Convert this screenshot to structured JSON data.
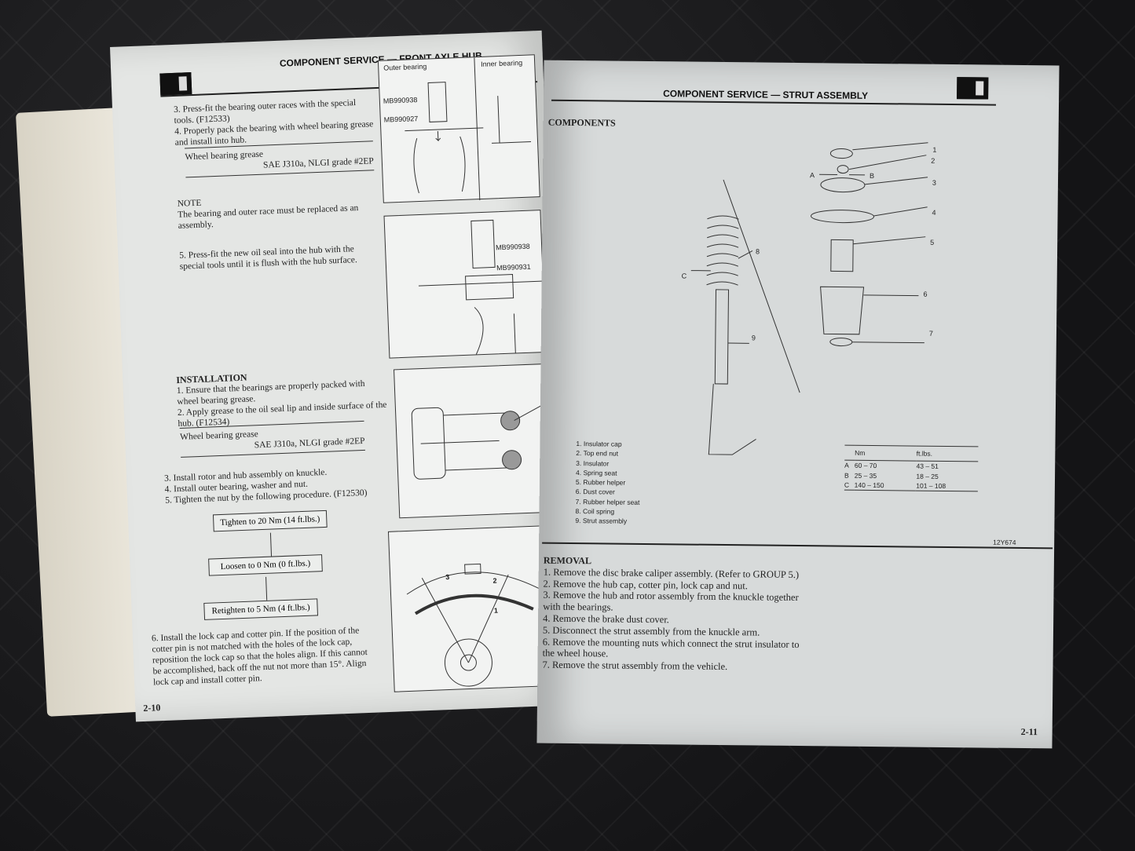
{
  "left_page": {
    "header": "COMPONENT SERVICE — FRONT AXLE HUB",
    "steps_a": [
      "3. Press-fit the bearing outer races with the special tools. (F12533)",
      "4. Properly pack the bearing with wheel bearing grease and install into hub."
    ],
    "spec_label": "Wheel bearing grease",
    "spec_value": "SAE J310a, NLGI grade #2EP",
    "note_title": "NOTE",
    "note_text": "The bearing and outer race must be replaced as an assembly.",
    "step5": "5. Press-fit the new oil seal into the hub with the special tools until it is flush with the hub surface.",
    "install_title": "INSTALLATION",
    "install_steps_a": [
      "1. Ensure that the bearings are properly packed with wheel bearing grease.",
      "2. Apply grease to the oil seal lip and inside surface of the hub. (F12534)"
    ],
    "install_steps_b": [
      "3. Install rotor and hub assembly on knuckle.",
      "4. Install outer bearing, washer and nut.",
      "5. Tighten the nut by the following procedure. (F12530)"
    ],
    "flow": [
      "Tighten to 20 Nm (14 ft.lbs.)",
      "Loosen to 0 Nm (0 ft.lbs.)",
      "Retighten to 5 Nm (4 ft.lbs.)"
    ],
    "step6": "6. Install the lock cap and cotter pin. If the position of the cotter pin is not matched with the holes of the lock cap, reposition the lock cap so that the holes align. If this cannot be accomplished, back off the nut not more than 15°. Align lock cap and install cotter pin.",
    "page_no": "2-10",
    "fig1": {
      "outer": "Outer bearing",
      "inner": "Inner bearing",
      "tool1": "MB990938",
      "tool2": "MB990927"
    },
    "fig2": {
      "tool1": "MB990938",
      "tool2": "MB990931"
    },
    "fig4": {
      "n1": "1",
      "n2": "2",
      "n3": "3"
    }
  },
  "right_page": {
    "header": "COMPONENT SERVICE — STRUT ASSEMBLY",
    "components_title": "COMPONENTS",
    "parts": [
      "1.  Insulator cap",
      "2.  Top end nut",
      "3.  Insulator",
      "4.  Spring seat",
      "5.  Rubber helper",
      "6.  Dust cover",
      "7.  Rubber helper seat",
      "8.  Coil spring",
      "9.  Strut assembly"
    ],
    "callouts": {
      "n1": "1",
      "n2": "2",
      "n3": "3",
      "n4": "4",
      "n5": "5",
      "n6": "6",
      "n7": "7",
      "n8": "8",
      "n9": "9",
      "a": "A",
      "b": "B",
      "c": "C"
    },
    "torque": {
      "headers": [
        "",
        "Nm",
        "ft.lbs."
      ],
      "rows": [
        [
          "A",
          "60 – 70",
          "43 – 51"
        ],
        [
          "B",
          "25 – 35",
          "18 – 25"
        ],
        [
          "C",
          "140 – 150",
          "101 – 108"
        ]
      ]
    },
    "fig_code": "12Y674",
    "removal_title": "REMOVAL",
    "removal_steps": [
      "1. Remove the disc brake caliper assembly. (Refer to GROUP 5.)",
      "2. Remove the hub cap, cotter pin, lock cap and nut.",
      "3. Remove the hub and rotor assembly from the knuckle together with the bearings.",
      "4. Remove the brake dust cover.",
      "5. Disconnect the strut assembly from the knuckle arm.",
      "6. Remove the mounting nuts which connect the strut insulator to the wheel house.",
      "7. Remove the strut assembly from the vehicle."
    ],
    "page_no": "2-11"
  }
}
